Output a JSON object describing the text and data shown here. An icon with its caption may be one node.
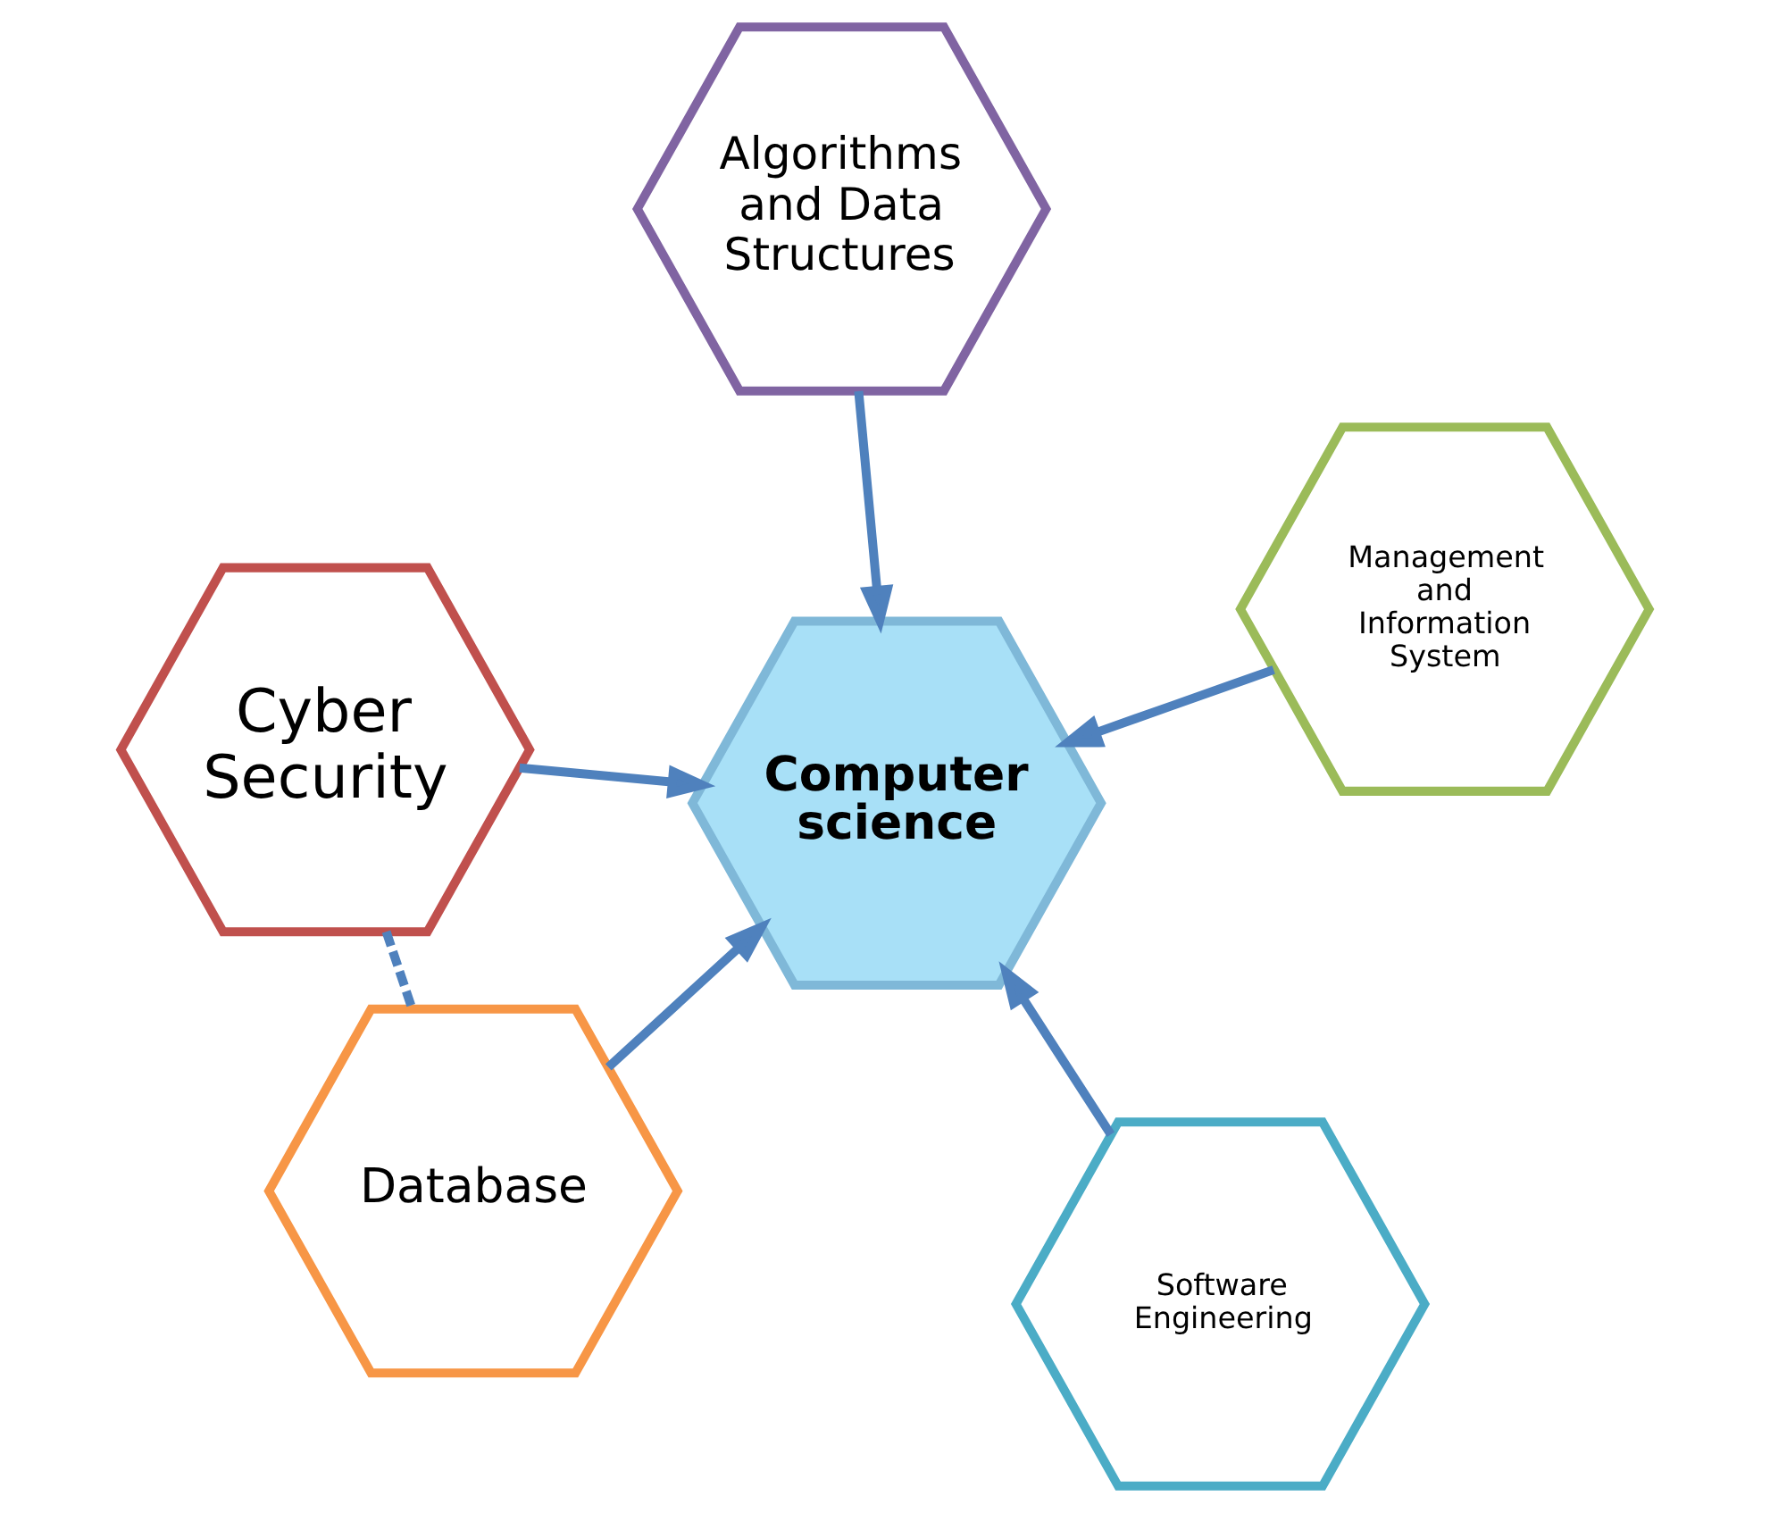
{
  "diagram": {
    "nodes": [
      {
        "text": [
          "Database"
        ]
      },
      {
        "text": [
          "Software Engineering"
        ]
      },
      {
        "text": [
          "Computer science"
        ]
      },
      {
        "text": [
          "Algorithms and Data Structures"
        ]
      },
      {
        "text": [
          "Management and Information System"
        ]
      },
      {
        "text": [
          "Cyber Security"
        ]
      }
    ],
    "edges": [
      {
        "from": 0,
        "to": 2,
        "arrow": "to"
      },
      {
        "from": 1,
        "to": 2,
        "arrow": "to"
      },
      {
        "from": 3,
        "to": 2,
        "arrow": "to"
      },
      {
        "from": 4,
        "to": 2,
        "arrow": "to"
      },
      {
        "from": 5,
        "to": 2,
        "arrow": "to"
      },
      {
        "from": 5,
        "to": 0,
        "arrow": "none",
        "style": "dashed"
      }
    ]
  }
}
